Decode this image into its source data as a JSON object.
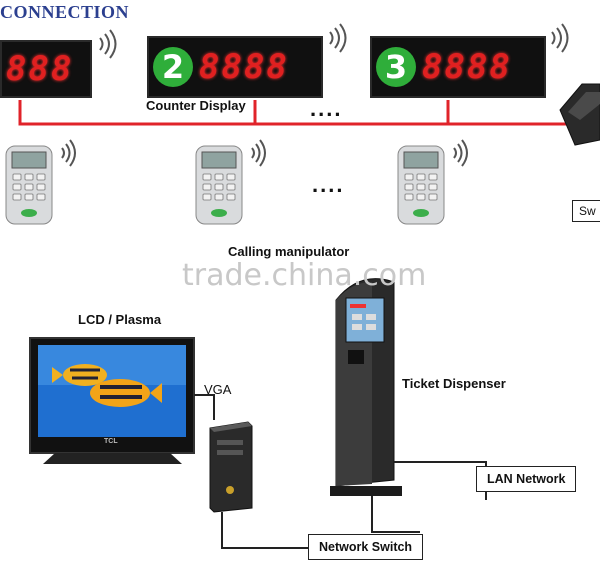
{
  "title": "CONNECTION",
  "displays": [
    {
      "digits": "888",
      "badge": ""
    },
    {
      "digits": "8888",
      "badge": "2"
    },
    {
      "digits": "8888",
      "badge": "3"
    }
  ],
  "labels": {
    "counter_display": "Counter Display",
    "calling_manipulator": "Calling manipulator",
    "switch_partial": "Sw",
    "lcd": "LCD / Plasma",
    "vga": "VGA",
    "ticket_dispenser": "Ticket Dispenser",
    "lan_network": "LAN Network",
    "network_switch": "Network Switch",
    "dots": "....",
    "dots2": "...."
  },
  "tv_brand": "TCL",
  "watermark": "trade.china.com",
  "colors": {
    "bus_line": "#e0232a",
    "digit": "#e02020",
    "badge": "#2fae3a",
    "title": "#2b3f8f"
  }
}
